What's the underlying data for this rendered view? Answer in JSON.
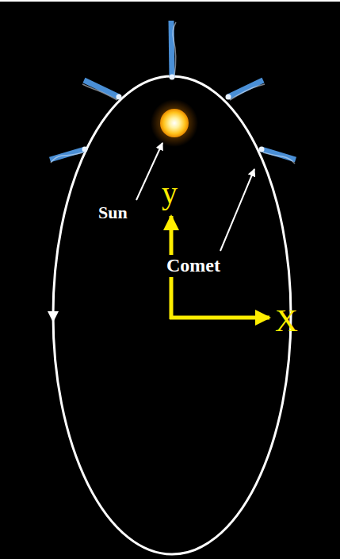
{
  "diagram": {
    "labels": [
      "Sun",
      "Comet",
      "y",
      "X"
    ]
  }
}
